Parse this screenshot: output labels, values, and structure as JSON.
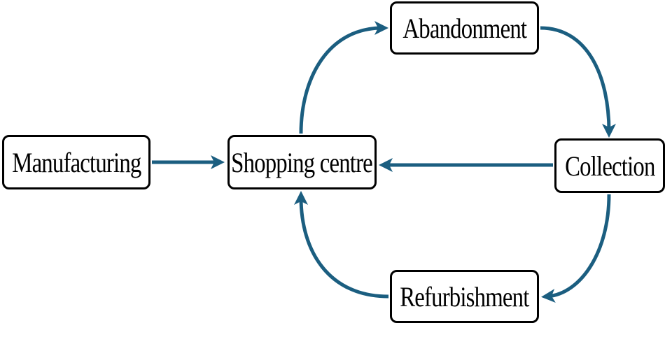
{
  "diagram": {
    "arrow_color": "#1b5e80",
    "border_color": "#000000",
    "nodes": {
      "manufacturing": "Manufacturing",
      "shopping_centre": "Shopping centre",
      "abandonment": "Abandonment",
      "collection": "Collection",
      "refurbishment": "Refurbishment"
    },
    "edges": [
      {
        "from": "manufacturing",
        "to": "shopping_centre"
      },
      {
        "from": "shopping_centre",
        "to": "abandonment"
      },
      {
        "from": "abandonment",
        "to": "collection"
      },
      {
        "from": "collection",
        "to": "shopping_centre"
      },
      {
        "from": "collection",
        "to": "refurbishment"
      },
      {
        "from": "refurbishment",
        "to": "shopping_centre"
      }
    ]
  }
}
